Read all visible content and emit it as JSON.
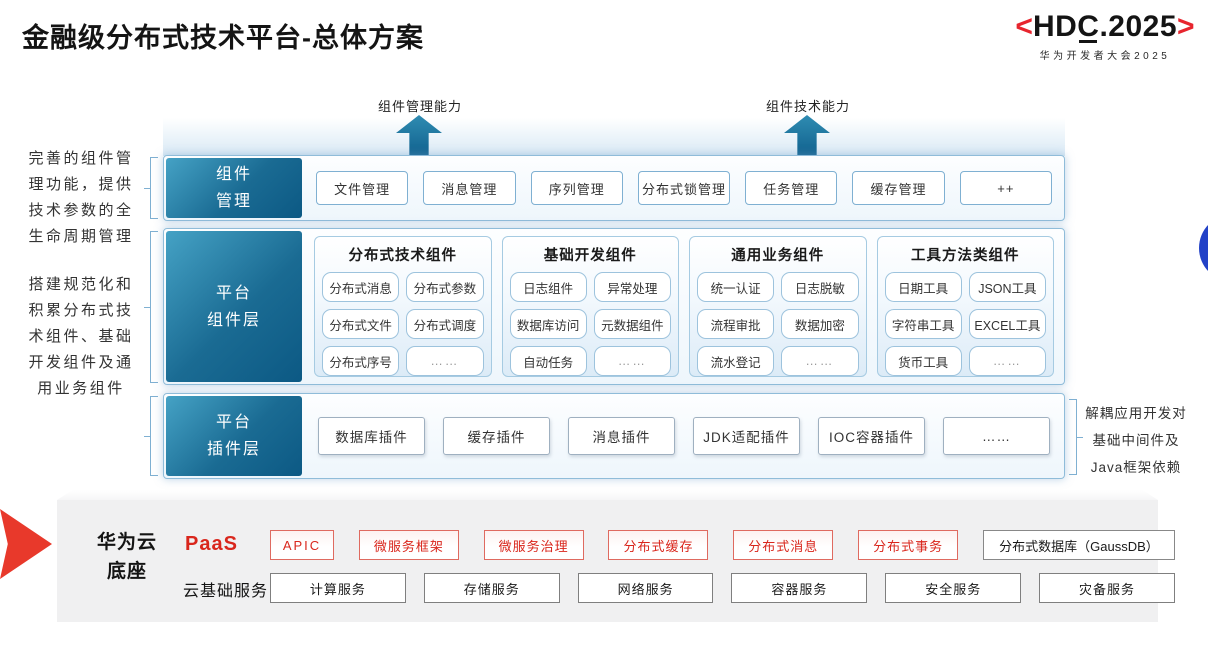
{
  "title": "金融级分布式技术平台-总体方案",
  "logo": {
    "open_bracket": "<",
    "hd": "HD",
    "c": "C",
    "rest": ".2025",
    "close_bracket": ">",
    "subtitle": "华为开发者大会2025"
  },
  "capability_arrows": [
    {
      "label": "组件管理能力"
    },
    {
      "label": "组件技术能力"
    }
  ],
  "left_notes": [
    "完善的组件管理功能，提供技术参数的全生命周期管理",
    "搭建规范化和积累分布式技术组件、基础开发组件及通用业务组件"
  ],
  "right_note": "解耦应用开发对基础中间件及Java框架依赖",
  "layers": {
    "component_mgmt": {
      "label_lines": [
        "组件",
        "管理"
      ],
      "items": [
        "文件管理",
        "消息管理",
        "序列管理",
        "分布式锁管理",
        "任务管理",
        "缓存管理",
        "++"
      ]
    },
    "platform_components": {
      "label_lines": [
        "平台",
        "组件层"
      ],
      "groups": [
        {
          "title": "分布式技术组件",
          "items": [
            "分布式消息",
            "分布式参数",
            "分布式文件",
            "分布式调度",
            "分布式序号",
            "……"
          ]
        },
        {
          "title": "基础开发组件",
          "items": [
            "日志组件",
            "异常处理",
            "数据库访问",
            "元数据组件",
            "自动任务",
            "……"
          ]
        },
        {
          "title": "通用业务组件",
          "items": [
            "统一认证",
            "日志脱敏",
            "流程审批",
            "数据加密",
            "流水登记",
            "……"
          ]
        },
        {
          "title": "工具方法类组件",
          "items": [
            "日期工具",
            "JSON工具",
            "字符串工具",
            "EXCEL工具",
            "货币工具",
            "……"
          ]
        }
      ]
    },
    "plugin_layer": {
      "label_lines": [
        "平台",
        "插件层"
      ],
      "items": [
        "数据库插件",
        "缓存插件",
        "消息插件",
        "JDK适配插件",
        "IOC容器插件",
        "……"
      ]
    }
  },
  "foundation": {
    "label_lines": [
      "华为云",
      "底座"
    ],
    "paas": {
      "label": "PaaS",
      "red_items": [
        "APIC",
        "微服务框架",
        "微服务治理",
        "分布式缓存",
        "分布式消息",
        "分布式事务"
      ],
      "plain_item": "分布式数据库（GaussDB）"
    },
    "cloud": {
      "label": "云基础服务",
      "items": [
        "计算服务",
        "存储服务",
        "网络服务",
        "容器服务",
        "安全服务",
        "灾备服务"
      ]
    }
  },
  "colors": {
    "accent_red": "#d9261c",
    "layer_label_teal": "#12648e",
    "panel_border_blue": "#9dc3dd",
    "foundation_gray": "#f0f0f1"
  }
}
